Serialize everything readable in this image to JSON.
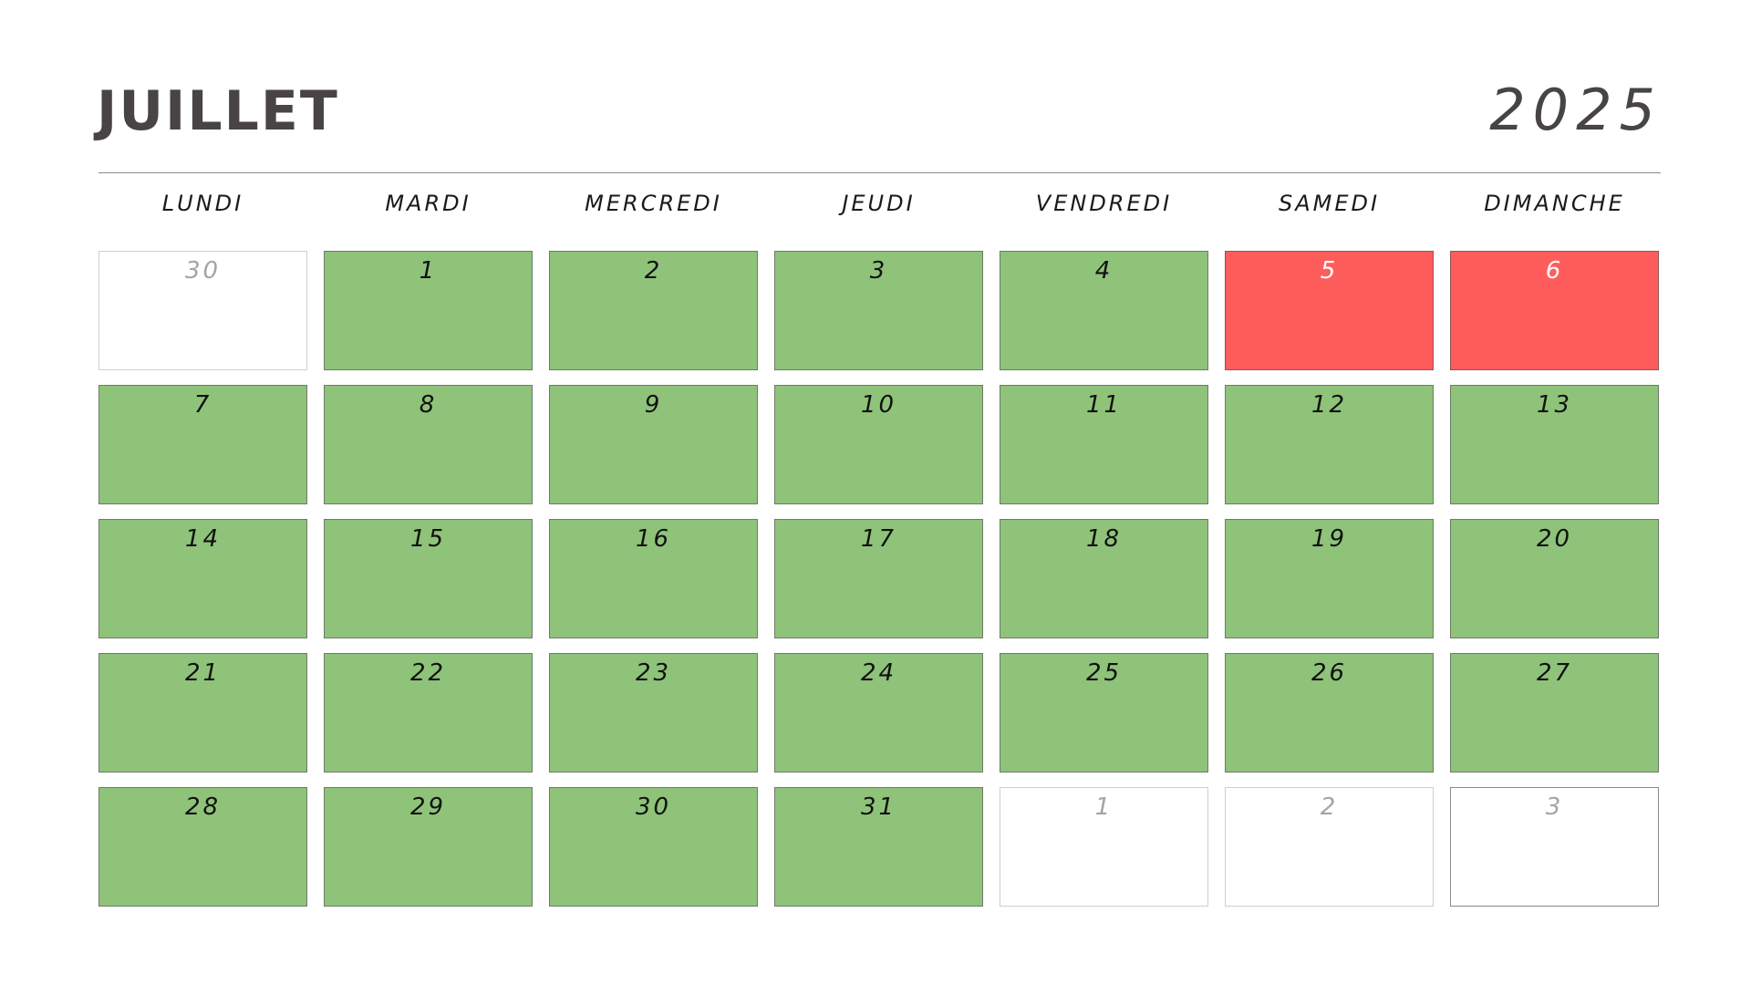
{
  "header": {
    "month": "JUILLET",
    "year": "2025"
  },
  "weekdays": [
    "LUNDI",
    "MARDI",
    "MERCREDI",
    "JEUDI",
    "VENDREDI",
    "SAMEDI",
    "DIMANCHE"
  ],
  "colors": {
    "normal_day": "#8ec379",
    "highlight_day": "#ff5c5c",
    "outside_day": "#ffffff",
    "text_dark": "#484446"
  },
  "weeks": [
    [
      {
        "day": "30",
        "kind": "outside"
      },
      {
        "day": "1",
        "kind": "normal"
      },
      {
        "day": "2",
        "kind": "normal"
      },
      {
        "day": "3",
        "kind": "normal"
      },
      {
        "day": "4",
        "kind": "normal"
      },
      {
        "day": "5",
        "kind": "weekend"
      },
      {
        "day": "6",
        "kind": "weekend"
      }
    ],
    [
      {
        "day": "7",
        "kind": "normal"
      },
      {
        "day": "8",
        "kind": "normal"
      },
      {
        "day": "9",
        "kind": "normal"
      },
      {
        "day": "10",
        "kind": "normal"
      },
      {
        "day": "11",
        "kind": "normal"
      },
      {
        "day": "12",
        "kind": "normal"
      },
      {
        "day": "13",
        "kind": "normal"
      }
    ],
    [
      {
        "day": "14",
        "kind": "normal"
      },
      {
        "day": "15",
        "kind": "normal"
      },
      {
        "day": "16",
        "kind": "normal"
      },
      {
        "day": "17",
        "kind": "normal"
      },
      {
        "day": "18",
        "kind": "normal"
      },
      {
        "day": "19",
        "kind": "normal"
      },
      {
        "day": "20",
        "kind": "normal"
      }
    ],
    [
      {
        "day": "21",
        "kind": "normal"
      },
      {
        "day": "22",
        "kind": "normal"
      },
      {
        "day": "23",
        "kind": "normal"
      },
      {
        "day": "24",
        "kind": "normal"
      },
      {
        "day": "25",
        "kind": "normal"
      },
      {
        "day": "26",
        "kind": "normal"
      },
      {
        "day": "27",
        "kind": "normal"
      }
    ],
    [
      {
        "day": "28",
        "kind": "normal"
      },
      {
        "day": "29",
        "kind": "normal"
      },
      {
        "day": "30",
        "kind": "normal"
      },
      {
        "day": "31",
        "kind": "normal"
      },
      {
        "day": "1",
        "kind": "outside"
      },
      {
        "day": "2",
        "kind": "outside"
      },
      {
        "day": "3",
        "kind": "outside"
      }
    ]
  ]
}
